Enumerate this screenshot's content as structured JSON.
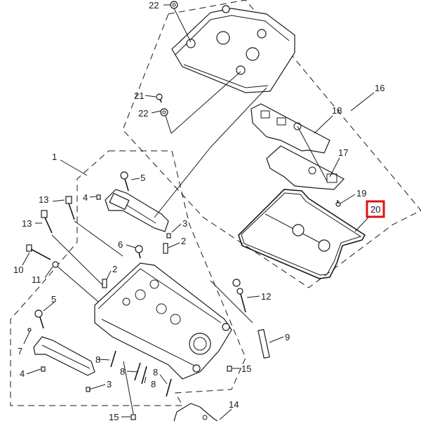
{
  "diagram": {
    "title": "Cylinder head / cylinder head cover exploded view",
    "highlighted_callout": "20",
    "highlight_color": "#e01010",
    "line_color": "#1a1a1a",
    "callouts": [
      {
        "id": "c22a",
        "text": "22"
      },
      {
        "id": "c21",
        "text": "21"
      },
      {
        "id": "c22b",
        "text": "22"
      },
      {
        "id": "c16",
        "text": "16"
      },
      {
        "id": "c18",
        "text": "18"
      },
      {
        "id": "c17",
        "text": "17"
      },
      {
        "id": "c19",
        "text": "19"
      },
      {
        "id": "c20",
        "text": "20"
      },
      {
        "id": "c1",
        "text": "1"
      },
      {
        "id": "c5a",
        "text": "5"
      },
      {
        "id": "c4a",
        "text": "4"
      },
      {
        "id": "c13a",
        "text": "13"
      },
      {
        "id": "c13b",
        "text": "13"
      },
      {
        "id": "c3a",
        "text": "3"
      },
      {
        "id": "c6",
        "text": "6"
      },
      {
        "id": "c2a",
        "text": "2"
      },
      {
        "id": "c10",
        "text": "10"
      },
      {
        "id": "c2b",
        "text": "2"
      },
      {
        "id": "c11",
        "text": "11"
      },
      {
        "id": "c12",
        "text": "12"
      },
      {
        "id": "c5b",
        "text": "5"
      },
      {
        "id": "c9",
        "text": "9"
      },
      {
        "id": "c7",
        "text": "7"
      },
      {
        "id": "c8a",
        "text": "8"
      },
      {
        "id": "c8b",
        "text": "8"
      },
      {
        "id": "c8c",
        "text": "8"
      },
      {
        "id": "c8d",
        "text": "8"
      },
      {
        "id": "c15a",
        "text": "15"
      },
      {
        "id": "c4b",
        "text": "4"
      },
      {
        "id": "c3b",
        "text": "3"
      },
      {
        "id": "c15b",
        "text": "15"
      },
      {
        "id": "c14",
        "text": "14"
      }
    ]
  }
}
